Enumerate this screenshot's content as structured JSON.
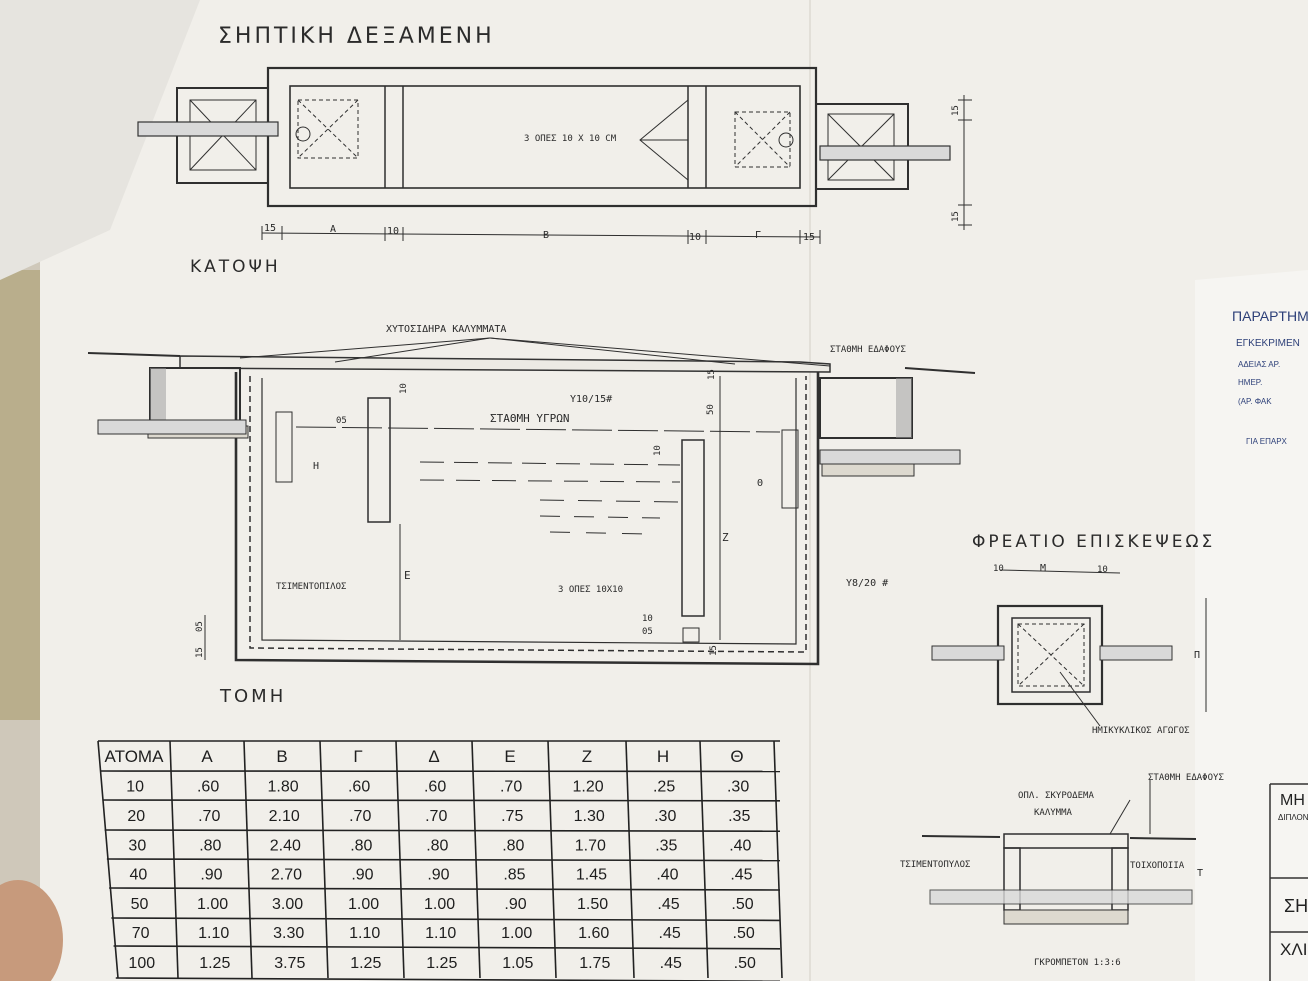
{
  "titles": {
    "main": "ΣΗΠΤΙΚΗ ΔΕΞΑΜΕΝΗ",
    "plan": "ΚΑΤΟΨΗ",
    "section": "ΤΟΜΗ",
    "manhole": "ΦΡΕΑΤΙΟ ΕΠΙΣΚΕΨΕΩΣ"
  },
  "plan_labels": {
    "openings": "3 ΟΠΕΣ 10 Χ 10 CM",
    "dim_15": "15",
    "dim_10": "10",
    "dim_A": "Α",
    "dim_B": "Β",
    "dim_G": "Γ"
  },
  "section_labels": {
    "covers": "ΧΥΤΟΣΙΔΗΡΑ ΚΑΛΥΜΜΑΤΑ",
    "ground_level": "ΣΤΑΘΜΗ ΕΔΑΦΟΥΣ",
    "liquid_level": "ΣΤΑΘΜΗ ΥΓΡΩΝ",
    "rebar_top": "Υ10/15#",
    "rebar_wall": "Υ8/20 #",
    "cement_tile": "ΤΣΙΜΕΝΤΟΠΙΛΟΣ",
    "openings": "3 ΟΠΕΣ 10Χ10",
    "dim_50": "50",
    "dim_10": "10",
    "dim_05": "05",
    "dim_15": "15",
    "dim_E": "Ε",
    "dim_Z": "Ζ",
    "dim_H": "Η",
    "dim_Th": "Θ"
  },
  "manhole_labels": {
    "dim_10": "10",
    "dim_M": "Μ",
    "dim_P": "Π",
    "semicircular": "ΗΜΙΚΥΚΛΙΚΟΣ ΑΓΩΓΟΣ",
    "concrete": "ΟΠΛ. ΣΚΥΡΟΔΕΜΑ",
    "cover": "ΚΑΛΥΜΜΑ",
    "ground": "ΣΤΑΘΜΗ ΕΔΑΦΟΥΣ",
    "cement_tile": "ΤΣΙΜΕΝΤΟΠΥΛΟΣ",
    "brick": "ΤΟΙΧΟΠΟΙΙΑ",
    "gravel": "ΓΚΡΟΜΠΕΤΟΝ 1:3:6",
    "dim_T": "Τ"
  },
  "side_sheet": {
    "line1": "ΠΑΡΑΡΤΗΜ",
    "line2": "ΕΓΚΕΚΡΙΜΕΝ",
    "line3": "ΑΔΕΙΑΣ ΑΡ.",
    "line4": "ΗΜΕΡ.",
    "line5": "(ΑΡ. ΦΑΚ",
    "line6": "ΓΙΑ ΕΠΑΡΧ",
    "line7": "ΜΗ",
    "line8": "ΔΙΠΛΟΝ",
    "line9": "ΣΗ",
    "line10": "ΧΛΙ"
  },
  "table": {
    "headers": [
      "ΑΤΟΜΑ",
      "Α",
      "Β",
      "Γ",
      "Δ",
      "Ε",
      "Ζ",
      "Η",
      "Θ"
    ],
    "rows": [
      [
        "10",
        ".60",
        "1.80",
        ".60",
        ".60",
        ".70",
        "1.20",
        ".25",
        ".30"
      ],
      [
        "20",
        ".70",
        "2.10",
        ".70",
        ".70",
        ".75",
        "1.30",
        ".30",
        ".35"
      ],
      [
        "30",
        ".80",
        "2.40",
        ".80",
        ".80",
        ".80",
        "1.70",
        ".35",
        ".40"
      ],
      [
        "40",
        ".90",
        "2.70",
        ".90",
        ".90",
        ".85",
        "1.45",
        ".40",
        ".45"
      ],
      [
        "50",
        "1.00",
        "3.00",
        "1.00",
        "1.00",
        ".90",
        "1.50",
        ".45",
        ".50"
      ],
      [
        "70",
        "1.10",
        "3.30",
        "1.10",
        "1.10",
        "1.00",
        "1.60",
        ".45",
        ".50"
      ],
      [
        "100",
        "1.25",
        "3.75",
        "1.25",
        "1.25",
        "1.05",
        "1.75",
        ".45",
        ".50"
      ]
    ]
  }
}
